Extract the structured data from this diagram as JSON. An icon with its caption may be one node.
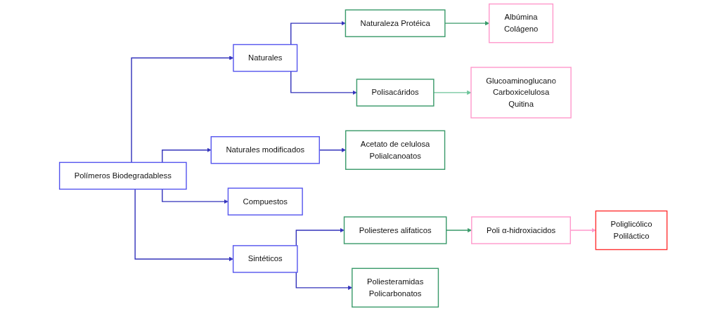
{
  "diagram": {
    "nodes": [
      {
        "text": [
          "Polímeros Biodegradabless"
        ]
      },
      {
        "text": [
          "Naturales"
        ]
      },
      {
        "text": [
          "Naturaleza Protéica"
        ]
      },
      {
        "text": [
          "Albúmina",
          "Colágeno"
        ]
      },
      {
        "text": [
          "Polisacáridos"
        ]
      },
      {
        "text": [
          "Glucoaminoglucano",
          "Carboxicelulosa",
          "Quitina"
        ]
      },
      {
        "text": [
          "Naturales modificados"
        ]
      },
      {
        "text": [
          "Acetato de celulosa",
          "Polialcanoatos"
        ]
      },
      {
        "text": [
          "Compuestos"
        ]
      },
      {
        "text": [
          "Sintéticos"
        ]
      },
      {
        "text": [
          "Poliesteres alifaticos"
        ]
      },
      {
        "text": [
          "Poli α-hidroxiacidos"
        ]
      },
      {
        "text": [
          "Poliglicólico",
          "Poliláctico"
        ]
      },
      {
        "text": [
          "Poliesteramidas",
          "Policarbonatos"
        ]
      }
    ],
    "edges": [
      {
        "from": 0,
        "to": 1,
        "arrow": "to"
      },
      {
        "from": 0,
        "to": 6,
        "arrow": "to"
      },
      {
        "from": 0,
        "to": 8,
        "arrow": "to"
      },
      {
        "from": 0,
        "to": 9,
        "arrow": "to"
      },
      {
        "from": 1,
        "to": 2,
        "arrow": "to"
      },
      {
        "from": 1,
        "to": 4,
        "arrow": "to"
      },
      {
        "from": 2,
        "to": 3,
        "arrow": "to",
        "color": "#3a9a6a"
      },
      {
        "from": 4,
        "to": 5,
        "arrow": "to",
        "color": "#6cc49a"
      },
      {
        "from": 6,
        "to": 7,
        "arrow": "to"
      },
      {
        "from": 9,
        "to": 10,
        "arrow": "to"
      },
      {
        "from": 9,
        "to": 13,
        "arrow": "to"
      },
      {
        "from": 10,
        "to": 11,
        "arrow": "to",
        "color": "#3a9a6a"
      },
      {
        "from": 11,
        "to": 12,
        "arrow": "to",
        "color": "#ff99cc"
      }
    ]
  }
}
